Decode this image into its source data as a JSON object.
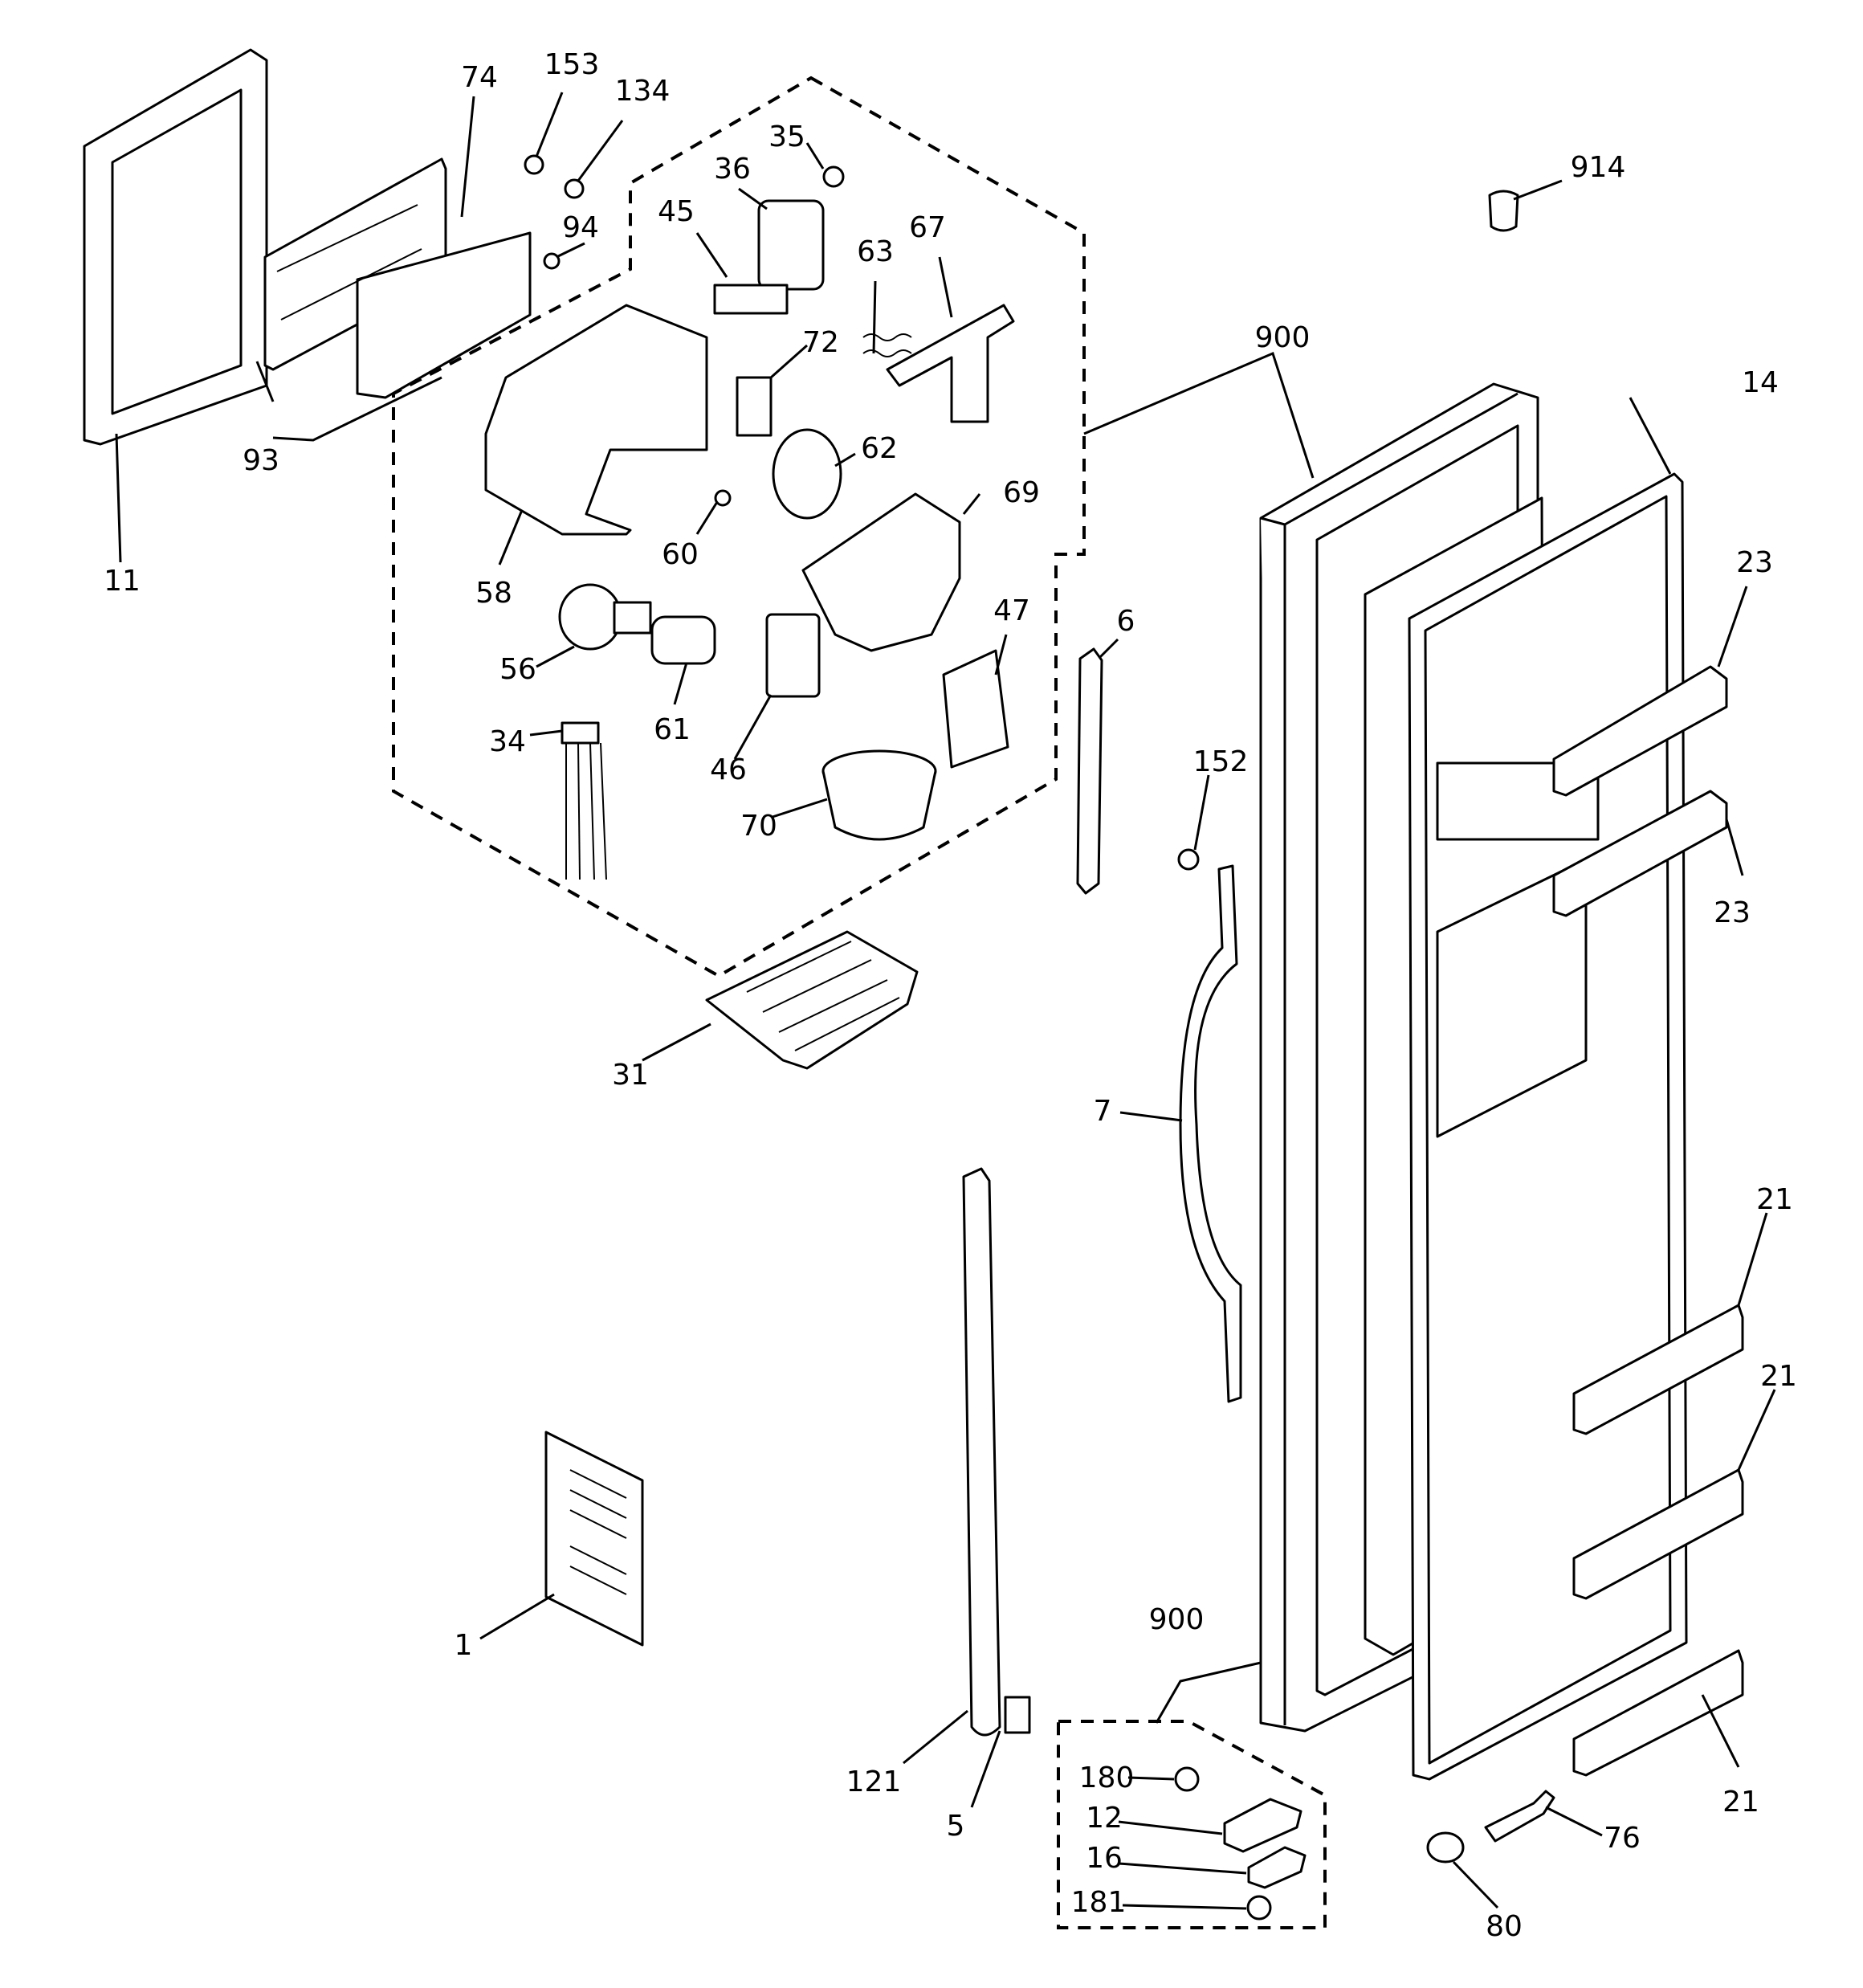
{
  "colors": {
    "line": "#000000",
    "background": "#ffffff"
  },
  "labels": {
    "p11": "11",
    "p93": "93",
    "p74": "74",
    "p153": "153",
    "p134": "134",
    "p94": "94",
    "p35": "35",
    "p36": "36",
    "p45": "45",
    "p63": "63",
    "p67": "67",
    "p72": "72",
    "p62": "62",
    "p60": "60",
    "p58": "58",
    "p69": "69",
    "p56": "56",
    "p61": "61",
    "p47": "47",
    "p46": "46",
    "p34": "34",
    "p70": "70",
    "p31": "31",
    "p6": "6",
    "p914": "914",
    "p900_top": "900",
    "p14": "14",
    "p23_top": "23",
    "p23_bottom": "23",
    "p152": "152",
    "p7": "7",
    "p21_a": "21",
    "p21_b": "21",
    "p21_c": "21",
    "p1": "1",
    "p121": "121",
    "p5": "5",
    "p900_bottom": "900",
    "p180": "180",
    "p12": "12",
    "p16": "16",
    "p181": "181",
    "p76": "76",
    "p80": "80"
  }
}
